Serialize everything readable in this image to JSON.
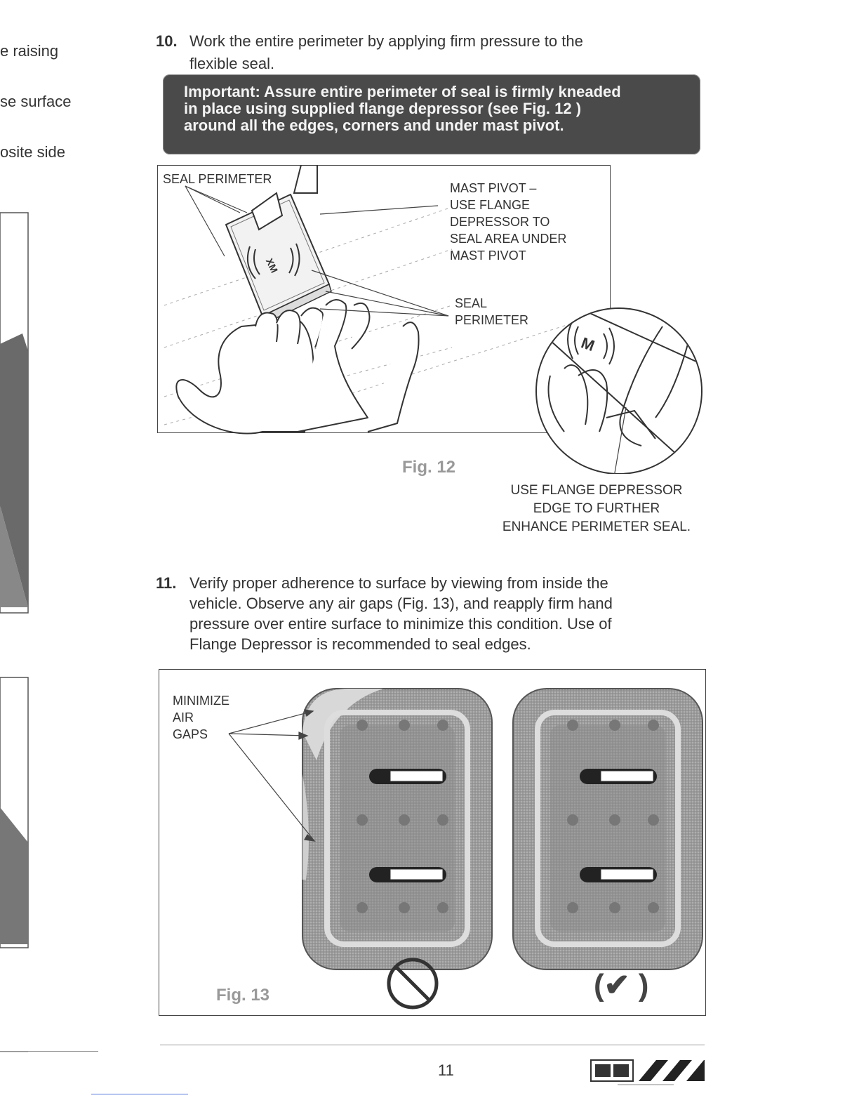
{
  "left_column": {
    "fragments": [
      "e raising",
      "se surface",
      "osite side"
    ]
  },
  "steps": {
    "step10": {
      "number": "10.",
      "lines": [
        "Work the entire perimeter by applying firm pressure to the",
        "flexible seal."
      ]
    },
    "step11": {
      "number": "11.",
      "lines": [
        "Verify proper adherence to surface by viewing from inside the",
        "vehicle. Observe any air gaps (Fig. 13), and reapply firm hand",
        "pressure over entire surface to minimize this condition. Use of",
        "Flange Depressor is recommended to seal edges."
      ]
    }
  },
  "important_banner": {
    "lines": [
      "Important: Assure entire perimeter of seal is firmly kneaded",
      "in place using supplied flange depressor (see Fig. 12 )",
      "around all the edges, corners and under mast pivot."
    ]
  },
  "fig12": {
    "caption": "Fig. 12",
    "seal_perimeter_top": "SEAL PERIMETER",
    "mast_pivot_lines": [
      "MAST PIVOT –",
      "USE FLANGE",
      "DEPRESSOR TO",
      "SEAL AREA UNDER",
      "MAST PIVOT"
    ],
    "seal_perimeter_right_lines": [
      "SEAL",
      "PERIMETER"
    ],
    "flange_note_lines": [
      "USE FLANGE DEPRESSOR",
      "EDGE TO FURTHER",
      "ENHANCE PERIMETER SEAL."
    ],
    "device_logo_text": "XM"
  },
  "fig13": {
    "caption": "Fig. 13",
    "minimize_lines": [
      "MINIMIZE",
      "AIR",
      "GAPS"
    ],
    "check_symbol": "(✔ )"
  },
  "footer": {
    "page_number": "11"
  }
}
